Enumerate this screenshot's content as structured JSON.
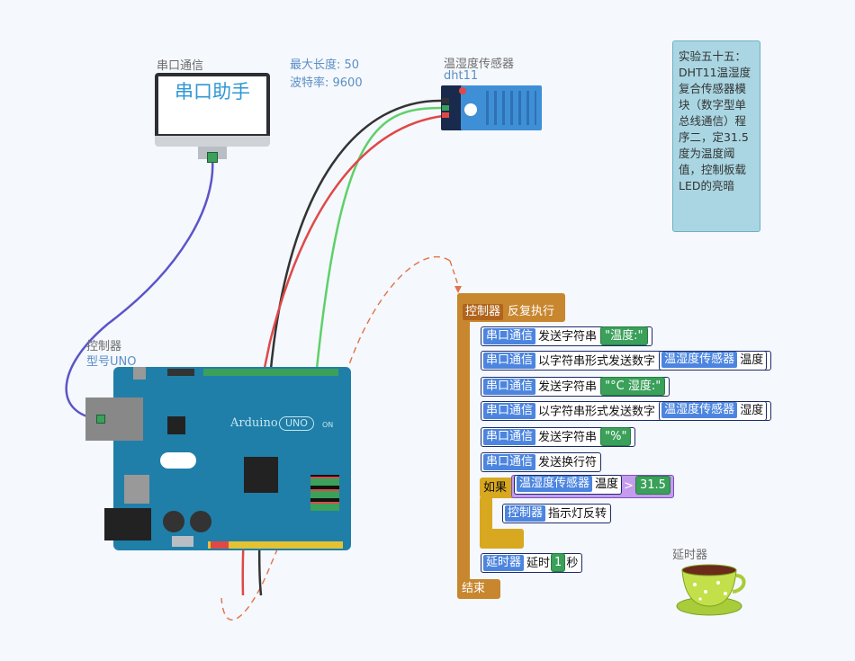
{
  "serial_monitor": {
    "name": "串口通信",
    "screen_text": "串口助手",
    "max_length": "最大长度: 50",
    "baud": "波特率: 9600"
  },
  "sensor": {
    "name": "温湿度传感器",
    "model": "dht11"
  },
  "controller": {
    "name": "控制器",
    "model": "型号UNO"
  },
  "note": {
    "text": "实验五十五：DHT11温湿度复合传感器模块（数字型单总线通信）程序二，定31.5度为温度阈值，控制板载LED的亮暗"
  },
  "delay_device": {
    "name": "延时器"
  },
  "board": {
    "brand": "Arduino",
    "model": "UNO",
    "on_label": "ON"
  },
  "program": {
    "header_tag": "控制器",
    "header_text": "反复执行",
    "blocks": [
      {
        "tag": "串口通信",
        "text": "发送字符串",
        "string": "\"温度:\""
      },
      {
        "tag": "串口通信",
        "text": "以字符串形式发送数字",
        "sub_tag": "温湿度传感器",
        "sub_text": "温度"
      },
      {
        "tag": "串口通信",
        "text": "发送字符串",
        "string": "\"°C 湿度:\""
      },
      {
        "tag": "串口通信",
        "text": "以字符串形式发送数字",
        "sub_tag": "温湿度传感器",
        "sub_text": "湿度"
      },
      {
        "tag": "串口通信",
        "text": "发送字符串",
        "string": "\"%\""
      },
      {
        "tag": "串口通信",
        "text": "发送换行符"
      }
    ],
    "if_block": {
      "label": "如果",
      "cond_tag": "温湿度传感器",
      "cond_text": "温度",
      "operator": ">",
      "threshold": "31.5",
      "body_tag": "控制器",
      "body_text": "指示灯反转"
    },
    "delay_block": {
      "tag": "延时器",
      "text": "延时",
      "value": "1",
      "unit": "秒"
    },
    "end_label": "结束"
  },
  "colors": {
    "background": "#f5f8fc",
    "block_tag": "#4c85df",
    "string_value": "#3aa05a",
    "control": "#c8862e",
    "note_bg": "#a9d6e2",
    "board": "#1f7fa8"
  }
}
